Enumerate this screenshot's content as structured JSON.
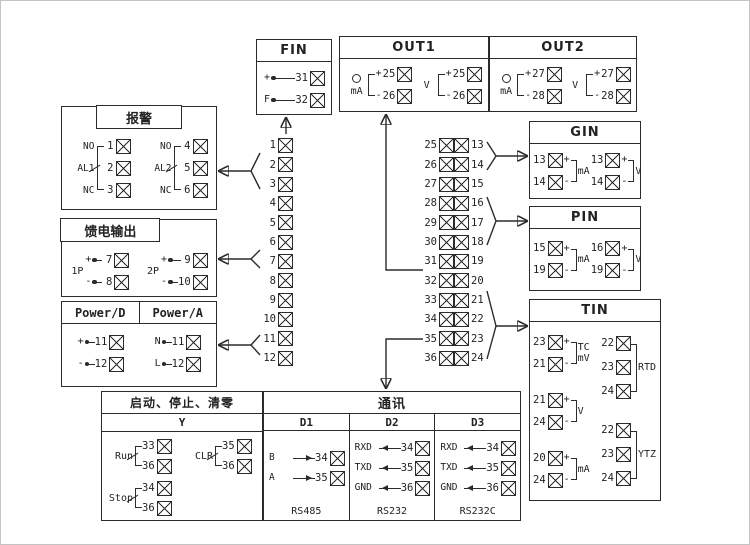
{
  "terminal_strips": {
    "left": [
      "1",
      "2",
      "3",
      "4",
      "5",
      "6",
      "7",
      "8",
      "9",
      "10",
      "11",
      "12"
    ],
    "right_left_col": [
      "25",
      "26",
      "27",
      "28",
      "29",
      "30",
      "31",
      "32",
      "33",
      "34",
      "35",
      "36"
    ],
    "right_right_col": [
      "13",
      "14",
      "15",
      "16",
      "17",
      "18",
      "19",
      "20",
      "21",
      "22",
      "23",
      "24"
    ]
  },
  "boxes": {
    "fin": {
      "title": "FIN",
      "rows": [
        {
          "sign": "+",
          "num": "31"
        },
        {
          "sign": "F",
          "num": "32"
        }
      ]
    },
    "out1": {
      "title": "OUT1",
      "groups": [
        {
          "label": "mA",
          "icon": "current-source",
          "rows": [
            {
              "sign": "+",
              "num": "25"
            },
            {
              "sign": "-",
              "num": "26"
            }
          ]
        },
        {
          "label": "V",
          "rows": [
            {
              "sign": "+",
              "num": "25"
            },
            {
              "sign": "-",
              "num": "26"
            }
          ]
        }
      ]
    },
    "out2": {
      "title": "OUT2",
      "groups": [
        {
          "label": "mA",
          "icon": "current-source",
          "rows": [
            {
              "sign": "+",
              "num": "27"
            },
            {
              "sign": "-",
              "num": "28"
            }
          ]
        },
        {
          "label": "V",
          "rows": [
            {
              "sign": "+",
              "num": "27"
            },
            {
              "sign": "-",
              "num": "28"
            }
          ]
        }
      ]
    },
    "alarm": {
      "title": "报警",
      "groups": [
        {
          "name": "AL1",
          "contacts": [
            {
              "type": "NO",
              "num": "1"
            },
            {
              "type": "",
              "num": "2"
            },
            {
              "type": "NC",
              "num": "3"
            }
          ]
        },
        {
          "name": "AL2",
          "contacts": [
            {
              "type": "NO",
              "num": "4"
            },
            {
              "type": "",
              "num": "5"
            },
            {
              "type": "NC",
              "num": "6"
            }
          ]
        }
      ]
    },
    "feed": {
      "title": "馈电输出",
      "groups": [
        {
          "name": "1P",
          "rows": [
            {
              "sign": "+",
              "num": "7"
            },
            {
              "sign": "-",
              "num": "8"
            }
          ]
        },
        {
          "name": "2P",
          "rows": [
            {
              "sign": "+",
              "num": "9"
            },
            {
              "sign": "-",
              "num": "10"
            }
          ]
        }
      ]
    },
    "power": {
      "titles": [
        "Power/D",
        "Power/A"
      ],
      "groups": [
        {
          "rows": [
            {
              "sign": "+",
              "num": "11"
            },
            {
              "sign": "-",
              "num": "12"
            }
          ]
        },
        {
          "rows": [
            {
              "sign": "N",
              "num": "11"
            },
            {
              "sign": "L",
              "num": "12"
            }
          ]
        }
      ]
    },
    "gin": {
      "title": "GIN",
      "groups": [
        {
          "label": "mA",
          "rows": [
            {
              "num": "13",
              "sign": "+"
            },
            {
              "num": "14",
              "sign": "-"
            }
          ]
        },
        {
          "label": "V",
          "rows": [
            {
              "num": "13",
              "sign": "+"
            },
            {
              "num": "14",
              "sign": "-"
            }
          ]
        }
      ]
    },
    "pin": {
      "title": "PIN",
      "groups": [
        {
          "label": "mA",
          "rows": [
            {
              "num": "15",
              "sign": "+"
            },
            {
              "num": "19",
              "sign": "-"
            }
          ]
        },
        {
          "label": "V",
          "rows": [
            {
              "num": "16",
              "sign": "+"
            },
            {
              "num": "19",
              "sign": "-"
            }
          ]
        }
      ]
    },
    "tin": {
      "title": "TIN",
      "left_groups": [
        {
          "label_lines": [
            "TC",
            "mV"
          ],
          "rows": [
            {
              "num": "23",
              "sign": "+"
            },
            {
              "num": "21",
              "sign": "-"
            }
          ]
        },
        {
          "label_lines": [
            "V"
          ],
          "rows": [
            {
              "num": "21",
              "sign": "+"
            },
            {
              "num": "24",
              "sign": "-"
            }
          ]
        },
        {
          "label_lines": [
            "mA"
          ],
          "rows": [
            {
              "num": "20",
              "sign": "+"
            },
            {
              "num": "24",
              "sign": "-"
            }
          ]
        }
      ],
      "right_groups": [
        {
          "label": "RTD",
          "nums": [
            "22",
            "23",
            "24"
          ]
        },
        {
          "label": "YTZ",
          "nums": [
            "22",
            "23",
            "24"
          ]
        }
      ]
    },
    "control": {
      "title": "启动、停止、清零",
      "sub_header": "Y",
      "switches": [
        {
          "name": "Run",
          "top_num": "33",
          "bottom_num": "36"
        },
        {
          "name": "CLR",
          "top_num": "35",
          "bottom_num": "36"
        },
        {
          "name": "Stop",
          "top_num": "34",
          "bottom_num": "36"
        }
      ]
    },
    "comm": {
      "title": "通讯",
      "channels": [
        {
          "name": "D1",
          "protocol": "RS485",
          "arrow_dir": "right",
          "rows": [
            {
              "label": "B",
              "num": "34"
            },
            {
              "label": "A",
              "num": "35"
            }
          ]
        },
        {
          "name": "D2",
          "protocol": "RS232",
          "arrow_dir": "left",
          "rows": [
            {
              "label": "RXD",
              "num": "34"
            },
            {
              "label": "TXD",
              "num": "35"
            },
            {
              "label": "GND",
              "num": "36"
            }
          ]
        },
        {
          "name": "D3",
          "protocol": "RS232C",
          "arrow_dir": "left",
          "rows": [
            {
              "label": "RXD",
              "num": "34"
            },
            {
              "label": "TXD",
              "num": "35"
            },
            {
              "label": "GND",
              "num": "36"
            }
          ]
        }
      ]
    }
  },
  "colors": {
    "line": "#2b2b2b",
    "background": "#ffffff"
  }
}
